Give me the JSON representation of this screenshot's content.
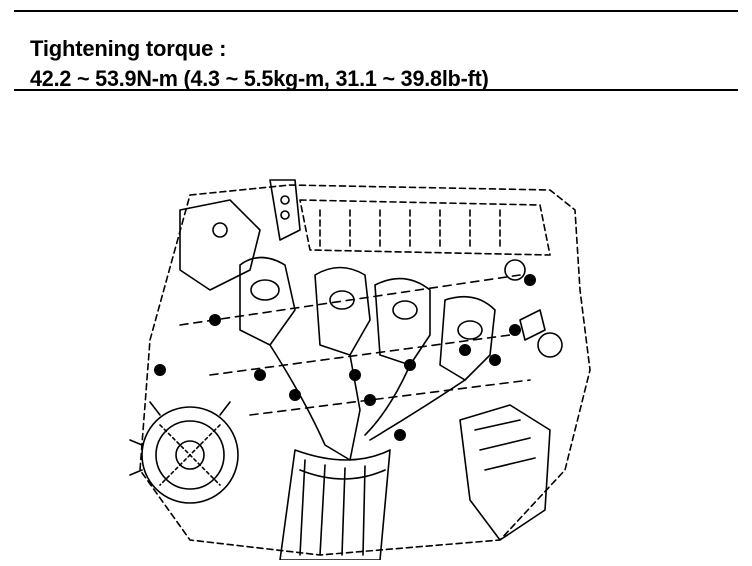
{
  "spec": {
    "label": "Tightening torque :",
    "value": "42.2 ~ 53.9N-m (4.3 ~ 5.5kg-m, 31.1 ~ 39.8lb-ft)"
  },
  "figure": {
    "subject": "exhaust-manifold-installation"
  }
}
